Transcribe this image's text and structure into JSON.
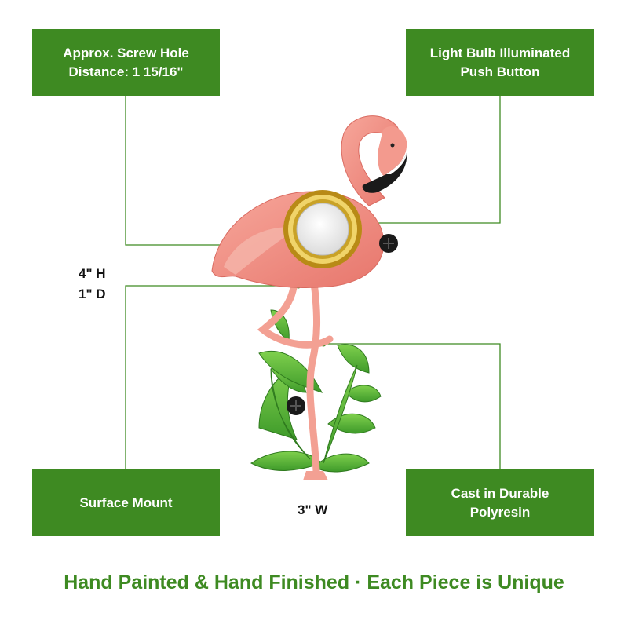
{
  "callouts": {
    "screw_hole": "Approx. Screw Hole\nDistance: 1 15/16\"",
    "push_button": "Light Bulb Illuminated\nPush Button",
    "surface_mount": "Surface Mount",
    "material": "Cast in Durable\nPolyresin"
  },
  "dimensions": {
    "height": "4\" H",
    "depth": "1\" D",
    "width": "3\" W"
  },
  "tagline": "Hand Painted & Hand Finished · Each Piece is Unique",
  "colors": {
    "brand_green": "#3e8a22",
    "flamingo_pink": "#f08a7e",
    "leaf_green": "#5dbb3a",
    "brass": "#c9a227"
  }
}
